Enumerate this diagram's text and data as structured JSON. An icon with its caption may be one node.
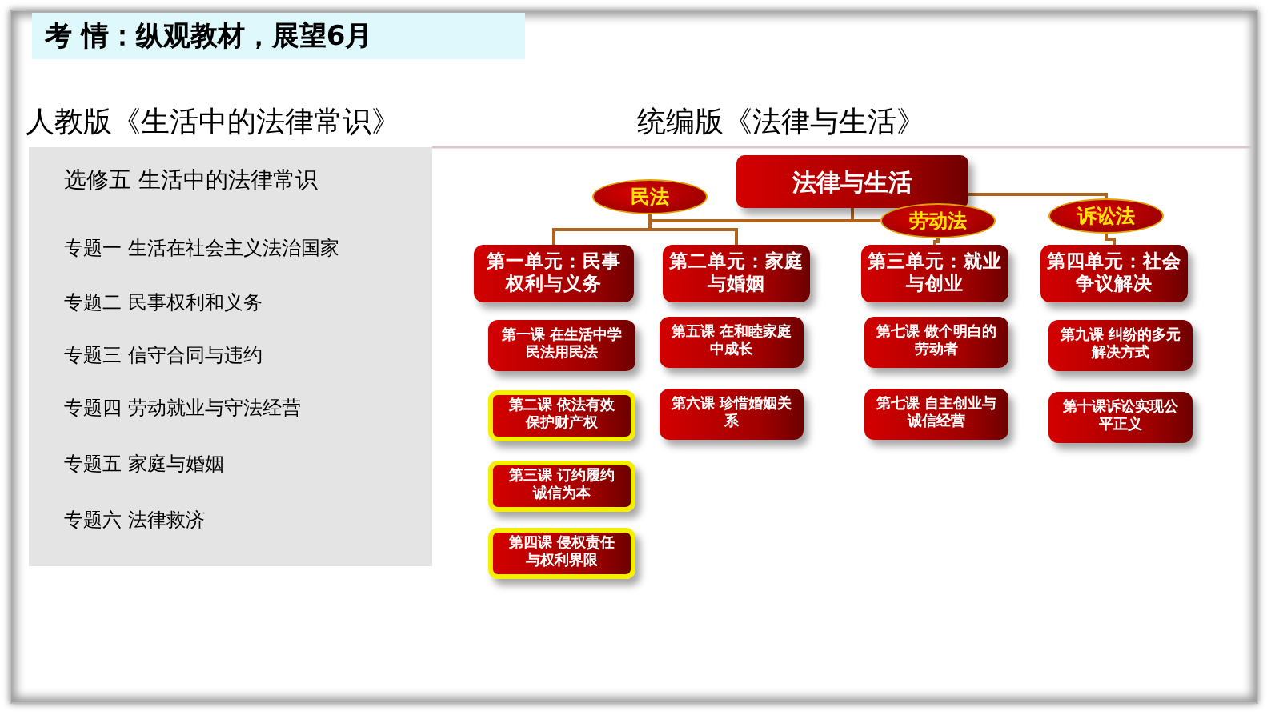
{
  "diagram": {
    "title": "考 情：纵观教材，展望6月",
    "nodes": [
      {
        "text": [
          "法律与生活"
        ]
      },
      {
        "text": [
          "民法"
        ]
      },
      {
        "text": [
          "劳动法"
        ]
      },
      {
        "text": [
          "诉讼法"
        ]
      },
      {
        "text": [
          "第一单元：民事权利与义务"
        ]
      },
      {
        "text": [
          "第二单元：家庭与婚姻"
        ]
      },
      {
        "text": [
          "第三单元：就业与创业"
        ]
      },
      {
        "text": [
          "第四单元：社会争议解决"
        ]
      },
      {
        "text": [
          "第一课 在生活中学民法用民法"
        ]
      },
      {
        "text": [
          "第二课 依法有效保护财产权"
        ]
      },
      {
        "text": [
          "第三课 订约履约诚信为本"
        ]
      },
      {
        "text": [
          "第四课 侵权责任与权利界限"
        ]
      },
      {
        "text": [
          "第五课 在和睦家庭中成长"
        ]
      },
      {
        "text": [
          "第六课 珍惜婚姻关系"
        ]
      },
      {
        "text": [
          "第七课 做个明白的劳动者"
        ]
      },
      {
        "text": [
          "第七课 自主创业与诚信经营"
        ]
      },
      {
        "text": [
          "第九课 纠纷的多元解决方式"
        ]
      },
      {
        "text": [
          "第十课诉讼实现公平正义"
        ]
      },
      {
        "beside": [
          "人教版《生活中的法律常识》"
        ],
        "text": [
          "选修五 生活中的法律常识",
          "专题一 生活在社会主义法治国家",
          "专题二 民事权利和义务",
          "专题三 信守合同与违约",
          "专题四 劳动就业与守法经营",
          "专题五 家庭与婚姻",
          "专题六 法律救济"
        ]
      }
    ],
    "edges": [
      {
        "from": 0,
        "to": 1,
        "arrow": "none"
      },
      {
        "from": 0,
        "to": 2,
        "arrow": "none"
      },
      {
        "from": 0,
        "to": 3,
        "arrow": "none"
      },
      {
        "from": 1,
        "to": 4,
        "arrow": "none"
      },
      {
        "from": 1,
        "to": 5,
        "arrow": "none"
      },
      {
        "from": 2,
        "to": 6,
        "arrow": "none"
      },
      {
        "from": 3,
        "to": 7,
        "arrow": "none"
      }
    ],
    "labels": [
      "统编版《法律与生活》"
    ]
  }
}
